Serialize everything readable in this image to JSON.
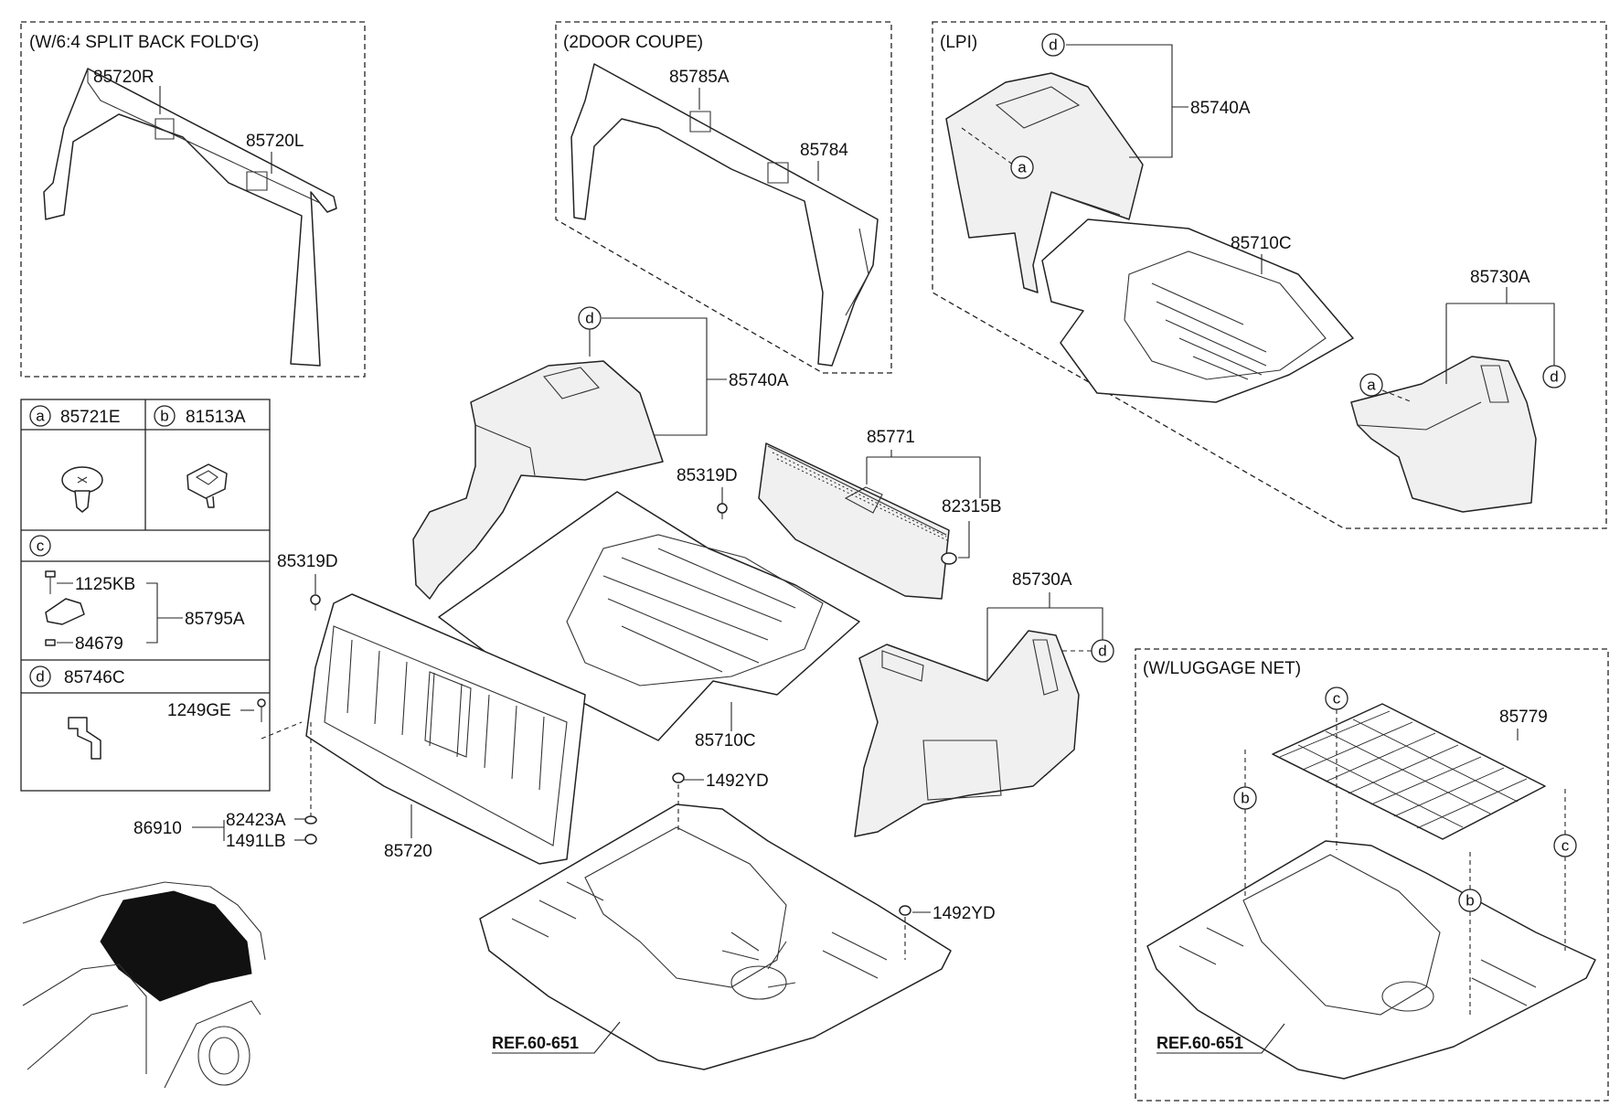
{
  "boxes": {
    "split_back": "(W/6:4 SPLIT BACK FOLD'G)",
    "coupe": "(2DOOR COUPE)",
    "lpi": "(LPI)",
    "luggage_net": "(W/LUGGAGE NET)"
  },
  "parts": {
    "p85720R": "85720R",
    "p85720L": "85720L",
    "p85785A": "85785A",
    "p85784": "85784",
    "p85740A_lpi": "85740A",
    "p85710C_lpi": "85710C",
    "p85730A_lpi": "85730A",
    "p85740A": "85740A",
    "p85771": "85771",
    "p85319D_a": "85319D",
    "p82315B": "82315B",
    "p85319D_b": "85319D",
    "p1249GE": "1249GE",
    "p85710C": "85710C",
    "p85730A": "85730A",
    "p86910": "86910",
    "p82423A": "82423A",
    "p1491LB": "1491LB",
    "p85720": "85720",
    "p1492YD_a": "1492YD",
    "p1492YD_b": "1492YD",
    "p85779": "85779"
  },
  "legend": {
    "a_letter": "a",
    "a_part": "85721E",
    "b_letter": "b",
    "b_part": "81513A",
    "c_letter": "c",
    "c_p1": "1125KB",
    "c_p2": "85795A",
    "c_p3": "84679",
    "d_letter": "d",
    "d_part": "85746C"
  },
  "callouts": {
    "a": "a",
    "b": "b",
    "c": "c",
    "d": "d"
  },
  "refs": {
    "ref_main": "REF.60-651",
    "ref_net": "REF.60-651"
  }
}
